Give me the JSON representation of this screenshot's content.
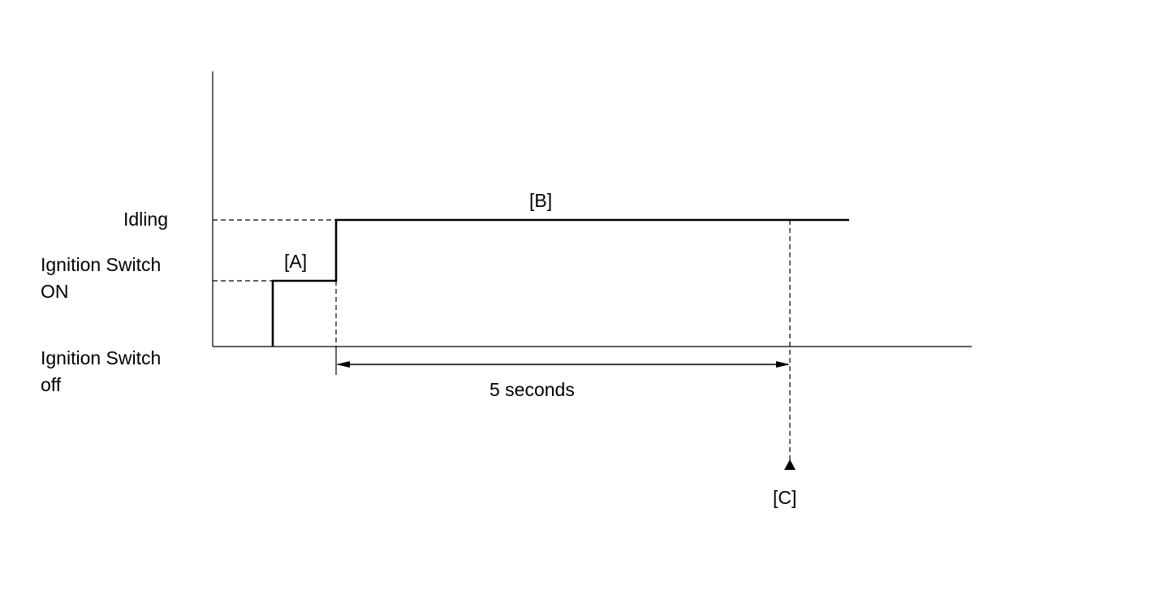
{
  "diagram": {
    "levels": {
      "idling": "Idling",
      "ignition_on_line1": "Ignition Switch",
      "ignition_on_line2": "ON",
      "ignition_off_line1": "Ignition Switch",
      "ignition_off_line2": "off"
    },
    "markers": {
      "a": "[A]",
      "b": "[B]",
      "c": "[C]"
    },
    "duration_label": "5 seconds"
  }
}
